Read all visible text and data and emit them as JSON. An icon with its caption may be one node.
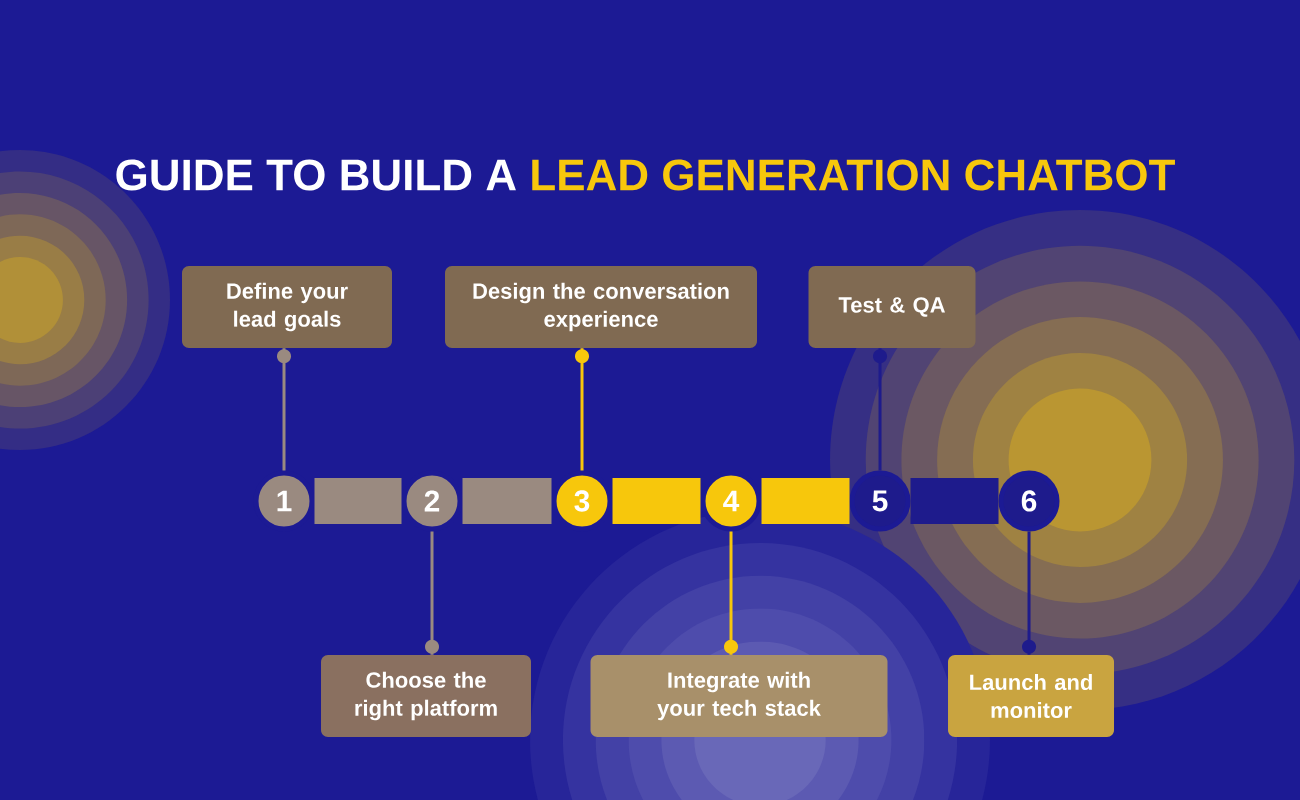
{
  "diagram": {
    "title": "GUIDE TO BUILD A **LEAD GENERATION CHATBOT**",
    "nodes": [
      {
        "text": [
          "Define your lead goals"
        ]
      },
      {
        "text": [
          "Design the conversation experience"
        ]
      },
      {
        "text": [
          "Test & QA"
        ]
      },
      {
        "text": [
          "1"
        ]
      },
      {
        "text": [
          "2"
        ]
      },
      {
        "text": [
          "3"
        ]
      },
      {
        "text": [
          "4"
        ]
      },
      {
        "text": [
          "5"
        ]
      },
      {
        "text": [
          "6"
        ]
      },
      {
        "text": [
          "Choose the right platform"
        ]
      },
      {
        "text": [
          "Integrate with your tech stack"
        ]
      },
      {
        "text": [
          "Launch and monitor"
        ]
      }
    ],
    "edges": [
      {
        "from": 0,
        "to": 3,
        "arrow": "other",
        "color": "#9a8a80"
      },
      {
        "from": 9,
        "to": 4,
        "arrow": "other",
        "color": "#9a8a80"
      },
      {
        "from": 1,
        "to": 5,
        "arrow": "other",
        "color": "#f7c70c"
      },
      {
        "from": 10,
        "to": 6,
        "arrow": "other",
        "color": "#f7c70c"
      },
      {
        "from": 2,
        "to": 7,
        "arrow": "other",
        "color": "#1e1b8c"
      },
      {
        "from": 11,
        "to": 8,
        "arrow": "other",
        "color": "#1e1b8c"
      },
      {
        "from": 3,
        "to": 4,
        "arrow": "none",
        "style": "thick",
        "color": "#9a8a80"
      },
      {
        "from": 4,
        "to": 5,
        "arrow": "none",
        "style": "thick",
        "color": "#9a8a80"
      },
      {
        "from": 5,
        "to": 6,
        "arrow": "none",
        "style": "thick",
        "color": "#f7c70c"
      },
      {
        "from": 6,
        "to": 7,
        "arrow": "none",
        "style": "thick",
        "color": "#f7c70c"
      },
      {
        "from": 7,
        "to": 8,
        "arrow": "none",
        "style": "thick",
        "color": "#1e1b8c"
      }
    ]
  }
}
